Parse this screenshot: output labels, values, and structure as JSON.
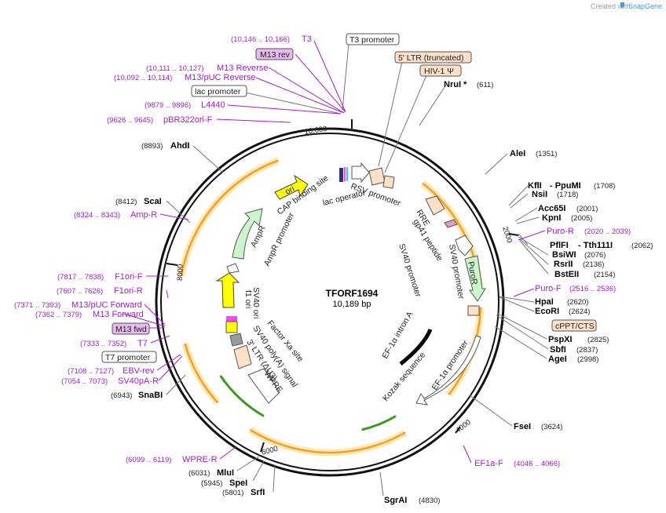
{
  "brand": {
    "prefix": "Created with",
    "name": "SnapGene"
  },
  "plasmid": {
    "name": "TFORF1694",
    "size_label": "10,189 bp",
    "length": 10189
  },
  "ticks": [
    "10,000",
    "2000",
    "4000",
    "6000",
    "8000"
  ],
  "sites": [
    {
      "name": "AleI",
      "pos": "(1351)"
    },
    {
      "name": "KflI",
      "pos": ""
    },
    {
      "name": "- PpuMI",
      "pos": "(1708)"
    },
    {
      "name": "NsiI",
      "pos": "(1718)"
    },
    {
      "name": "Acc65I",
      "pos": "(2001)"
    },
    {
      "name": "KpnI",
      "pos": "(2005)"
    },
    {
      "name": "PflFI",
      "pos": ""
    },
    {
      "name": "- Tth111I",
      "pos": "(2062)"
    },
    {
      "name": "BsiWI",
      "pos": "(2076)"
    },
    {
      "name": "RsrII",
      "pos": "(2136)"
    },
    {
      "name": "BstEII",
      "pos": "(2154)"
    },
    {
      "name": "HpaI",
      "pos": "(2620)"
    },
    {
      "name": "EcoRI",
      "pos": "(2624)"
    },
    {
      "name": "PspXI",
      "pos": "(2825)"
    },
    {
      "name": "SbfI",
      "pos": "(2837)"
    },
    {
      "name": "AgeI",
      "pos": "(2998)"
    },
    {
      "name": "FseI",
      "pos": "(3624)"
    },
    {
      "name": "SgrAI",
      "pos": "(4830)"
    },
    {
      "name": "SrfI",
      "pos": "(5801)"
    },
    {
      "name": "SpeI",
      "pos": "(5945)"
    },
    {
      "name": "MluI",
      "pos": "(6031)"
    },
    {
      "name": "SnaBI",
      "pos": "(6943)"
    },
    {
      "name": "ScaI",
      "pos": "(8412)"
    },
    {
      "name": "AhdI",
      "pos": "(8893)"
    },
    {
      "name": "NruI *",
      "pos": "(611)"
    }
  ],
  "primers": [
    {
      "name": "T3",
      "pos": "(10,146 .. 10,166)"
    },
    {
      "name": "M13 Reverse",
      "pos": "(10,111 .. 10,127)"
    },
    {
      "name": "M13/pUC Reverse",
      "pos": "(10,092 .. 10,114)"
    },
    {
      "name": "L4440",
      "pos": "(9879 .. 9896)"
    },
    {
      "name": "pBR322ori-F",
      "pos": "(9626 .. 9645)"
    },
    {
      "name": "Amp-R",
      "pos": "(8324 .. 8343)"
    },
    {
      "name": "F1ori-F",
      "pos": "(7817 .. 7838)"
    },
    {
      "name": "F1ori-R",
      "pos": "(7607 .. 7626)"
    },
    {
      "name": "M13/pUC Forward",
      "pos": "(7371 .. 7393)"
    },
    {
      "name": "M13 Forward",
      "pos": "(7362 .. 7379)"
    },
    {
      "name": "T7",
      "pos": "(7333 .. 7352)"
    },
    {
      "name": "EBV-rev",
      "pos": "(7108 .. 7127)"
    },
    {
      "name": "SV40pA-R",
      "pos": "(7054 .. 7073)"
    },
    {
      "name": "WPRE-R",
      "pos": "(6099 .. 6119)"
    },
    {
      "name": "Puro-R",
      "pos": "(2020 .. 2039)"
    },
    {
      "name": "Puro-F",
      "pos": "(2516 .. 2536)"
    },
    {
      "name": "EF1a-F",
      "pos": "(4046 .. 4066)"
    }
  ],
  "boxed": [
    {
      "text": "T3 promoter",
      "kind": "promoter"
    },
    {
      "text": "M13 rev",
      "kind": "primer"
    },
    {
      "text": "lac promoter",
      "kind": "promoter"
    },
    {
      "text": "5' LTR (truncated)",
      "kind": "ltr"
    },
    {
      "text": "HIV-1 Ψ",
      "kind": "ltr"
    },
    {
      "text": "cPPT/CTS",
      "kind": "ltr"
    },
    {
      "text": "M13 fwd",
      "kind": "primer"
    },
    {
      "text": "T7 promoter",
      "kind": "promoter"
    }
  ],
  "features": [
    "CAP binding site",
    "lac operator",
    "RSV promoter",
    "RRE",
    "gp41 peptide",
    "SV40 promoter",
    "PuroR",
    "ori",
    "AmpR",
    "AmpR promoter",
    "f1 ori",
    "SV40 ori",
    "Factor Xa site",
    "SV40 poly(A) signal",
    "3' LTR (ΔU3)",
    "WPRE",
    "EF-1α intron A",
    "EF-1α promoter",
    "Kozak sequence"
  ],
  "colors": {
    "primer": "#a020c8",
    "primer_box": "#e8b8f0",
    "ltr_box": "#fde0c8",
    "ori": "#ffff00",
    "ampr": "#ccf5cc",
    "orf_arc": "#f5a020",
    "orf_arc_fill": "#fde8b8",
    "green_arc": "#3a9a20"
  }
}
